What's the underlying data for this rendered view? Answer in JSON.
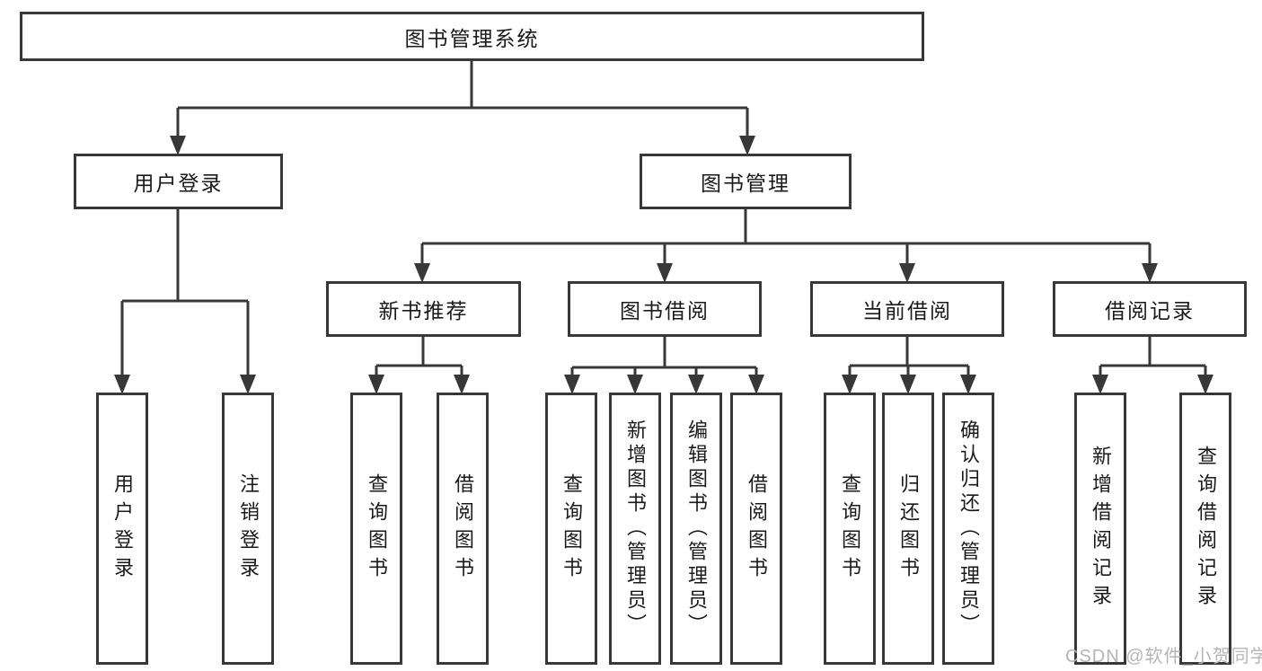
{
  "diagram": {
    "root": {
      "label": "图书管理系统"
    },
    "level2": [
      {
        "label": "用户登录"
      },
      {
        "label": "图书管理"
      }
    ],
    "level3": [
      {
        "label": "新书推荐"
      },
      {
        "label": "图书借阅"
      },
      {
        "label": "当前借阅"
      },
      {
        "label": "借阅记录"
      }
    ],
    "leaves": {
      "user_login": [
        {
          "label": "用户登录"
        },
        {
          "label": "注销登录"
        }
      ],
      "new_book": [
        {
          "label": "查询图书"
        },
        {
          "label": "借阅图书"
        }
      ],
      "book_borrow": [
        {
          "label": "查询图书"
        },
        {
          "label": "新增图书（管理员）"
        },
        {
          "label": "编辑图书（管理员）"
        },
        {
          "label": "借阅图书"
        }
      ],
      "current_borrow": [
        {
          "label": "查询图书"
        },
        {
          "label": "归还图书"
        },
        {
          "label": "确认归还（管理员）"
        }
      ],
      "borrow_records": [
        {
          "label": "新增借阅记录"
        },
        {
          "label": "查询借阅记录"
        }
      ]
    },
    "watermark": "CSDN @软件_小贺同学",
    "colors": {
      "line": "#383838",
      "text": "#1a1a1a",
      "watermark": "#b5b5b5",
      "background": "#ffffff"
    }
  }
}
